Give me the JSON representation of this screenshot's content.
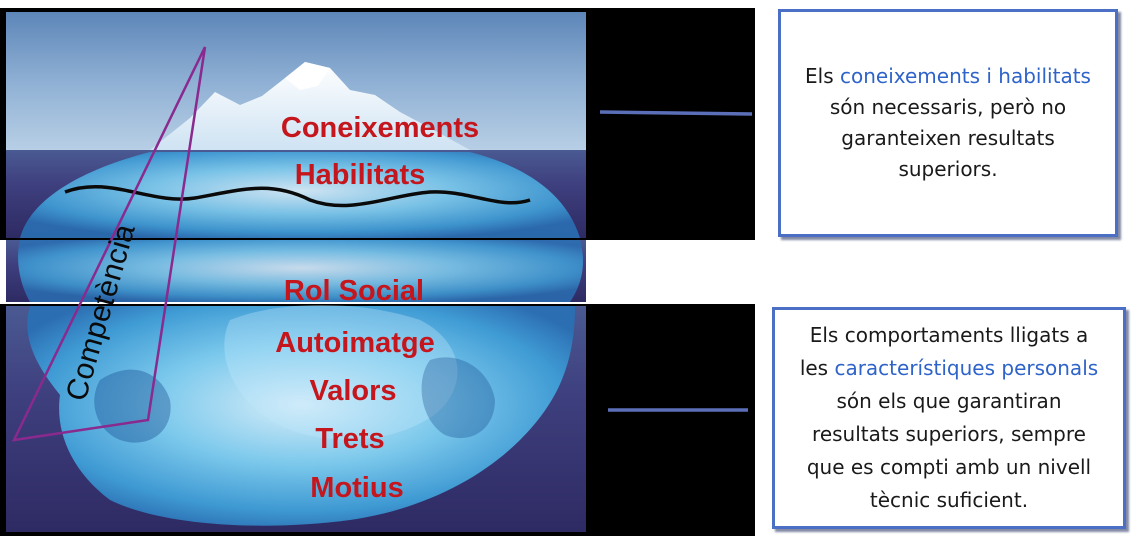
{
  "iceberg": {
    "labels_above": [
      "Coneixements",
      "Habilitats"
    ],
    "labels_below": [
      "Rol Social",
      "Autoimatge",
      "Valors",
      "Trets",
      "Motius"
    ],
    "triangle_label": "Competència"
  },
  "top_box": {
    "line1_prefix": "Els ",
    "line1_highlight": "coneixements i habilitats",
    "line2": "són necessaris, però no",
    "line3": "garanteixen resultats",
    "line4": "superiors."
  },
  "bottom_box": {
    "line1": "Els comportaments lligats a",
    "line2_prefix": "les ",
    "line2_highlight": "característiques personals",
    "line3": "són els que garantiran",
    "line4": "resultats superiors, sempre",
    "line5": "que es compti amb un nivell",
    "line6": "tècnic suficient."
  },
  "colors": {
    "label_red": "#c4161c",
    "highlight_blue": "#2e63c9",
    "connector_blue": "#5b6fb8",
    "triangle_purple": "#8a2a8e",
    "box_border": "#4a6fc4"
  }
}
